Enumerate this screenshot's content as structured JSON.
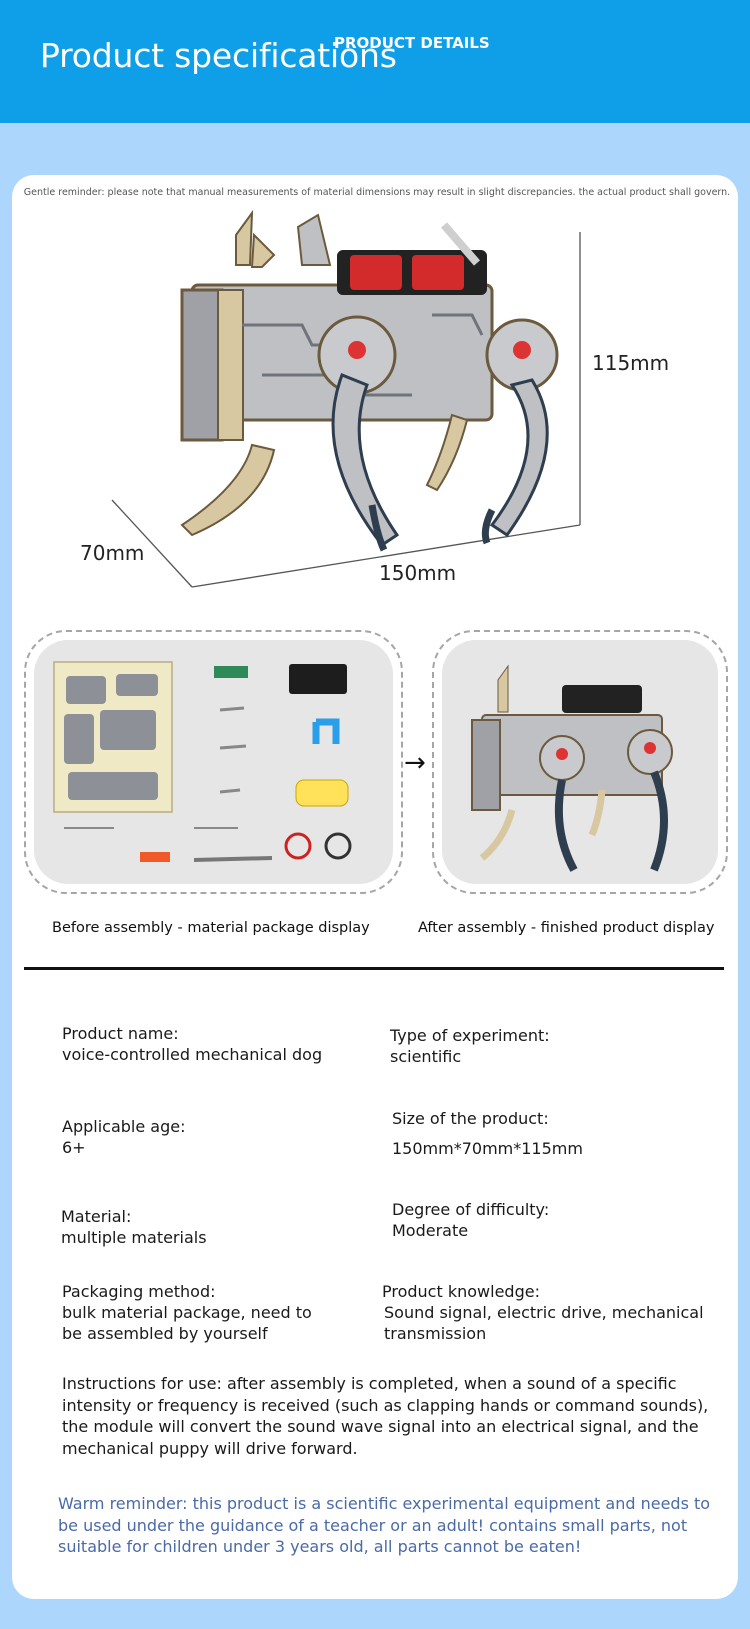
{
  "header": {
    "title": "Product specifications",
    "subtitle": "PRODUCT DETAILS"
  },
  "reminder_top": "Gentle reminder: please note that manual measurements of material dimensions may result in slight discrepancies. the actual product shall govern.",
  "dimensions": {
    "height": "115mm",
    "depth": "70mm",
    "length": "150mm"
  },
  "assembly": {
    "before_caption": "Before assembly - material package display",
    "after_caption": "After assembly - finished product display"
  },
  "specs": {
    "product_name_label": "Product name:",
    "product_name_value": "voice-controlled mechanical dog",
    "experiment_type_label": "Type of experiment:",
    "experiment_type_value": "scientific",
    "age_label": "Applicable age:",
    "age_value": "6+",
    "size_label": "Size of the product:",
    "size_value": "150mm*70mm*115mm",
    "material_label": "Material:",
    "material_value": "multiple materials",
    "difficulty_label": "Degree of difficulty:",
    "difficulty_value": "Moderate",
    "packaging_label": "Packaging method:",
    "packaging_value_line1": "bulk material package, need to",
    "packaging_value_line2": "be assembled by yourself",
    "knowledge_label": "Product knowledge:",
    "knowledge_value_line1": "Sound signal, electric drive, mechanical",
    "knowledge_value_line2": "transmission"
  },
  "instructions": "Instructions for use: after assembly is completed, when a sound of a specific intensity or frequency is received (such as clapping hands or command sounds), the module will convert the sound wave signal into an electrical signal, and the mechanical puppy will drive forward.",
  "warm_reminder": "Warm reminder: this product is a scientific experimental equipment and needs to be used under the guidance of a teacher or an adult! contains small parts, not suitable for children under 3 years old, all parts cannot be eaten!",
  "colors": {
    "header_bg": "#0f9ee8",
    "page_bg": "#acd6fb",
    "warm_text": "#4a6aa8"
  }
}
